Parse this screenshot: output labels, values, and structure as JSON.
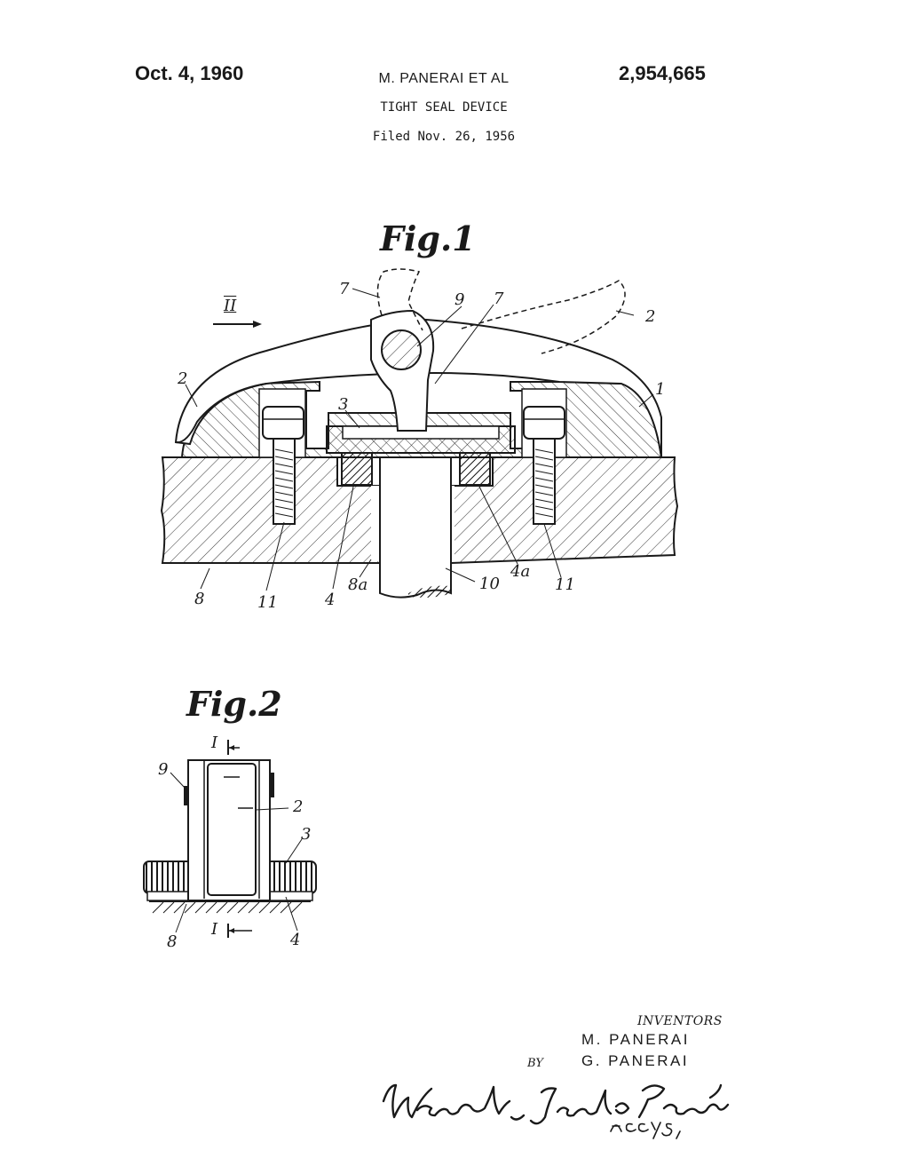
{
  "header": {
    "date": "Oct. 4, 1960",
    "inventors": "M. PANERAI  ET AL",
    "patent_number": "2,954,665",
    "title": "TIGHT SEAL DEVICE",
    "filed": "Filed Nov. 26, 1956"
  },
  "figure1": {
    "label": "Fig.1",
    "section_marker": "II",
    "refs": [
      "1",
      "2",
      "2",
      "3",
      "4",
      "4a",
      "7",
      "7",
      "8",
      "8a",
      "9",
      "10",
      "11",
      "11"
    ]
  },
  "figure2": {
    "label": "Fig.2",
    "section_marker_top": "I",
    "section_marker_bottom": "I",
    "refs": [
      "9",
      "2",
      "3",
      "8",
      "4"
    ]
  },
  "footer": {
    "inventors_heading": "INVENTORS",
    "inventor_1": "M. PANERAI",
    "inventor_2": "G. PANERAI",
    "by": "BY",
    "attorneys_signature": "Wenderoth, Lind & Ponack",
    "attorneys_suffix": "Attys."
  }
}
